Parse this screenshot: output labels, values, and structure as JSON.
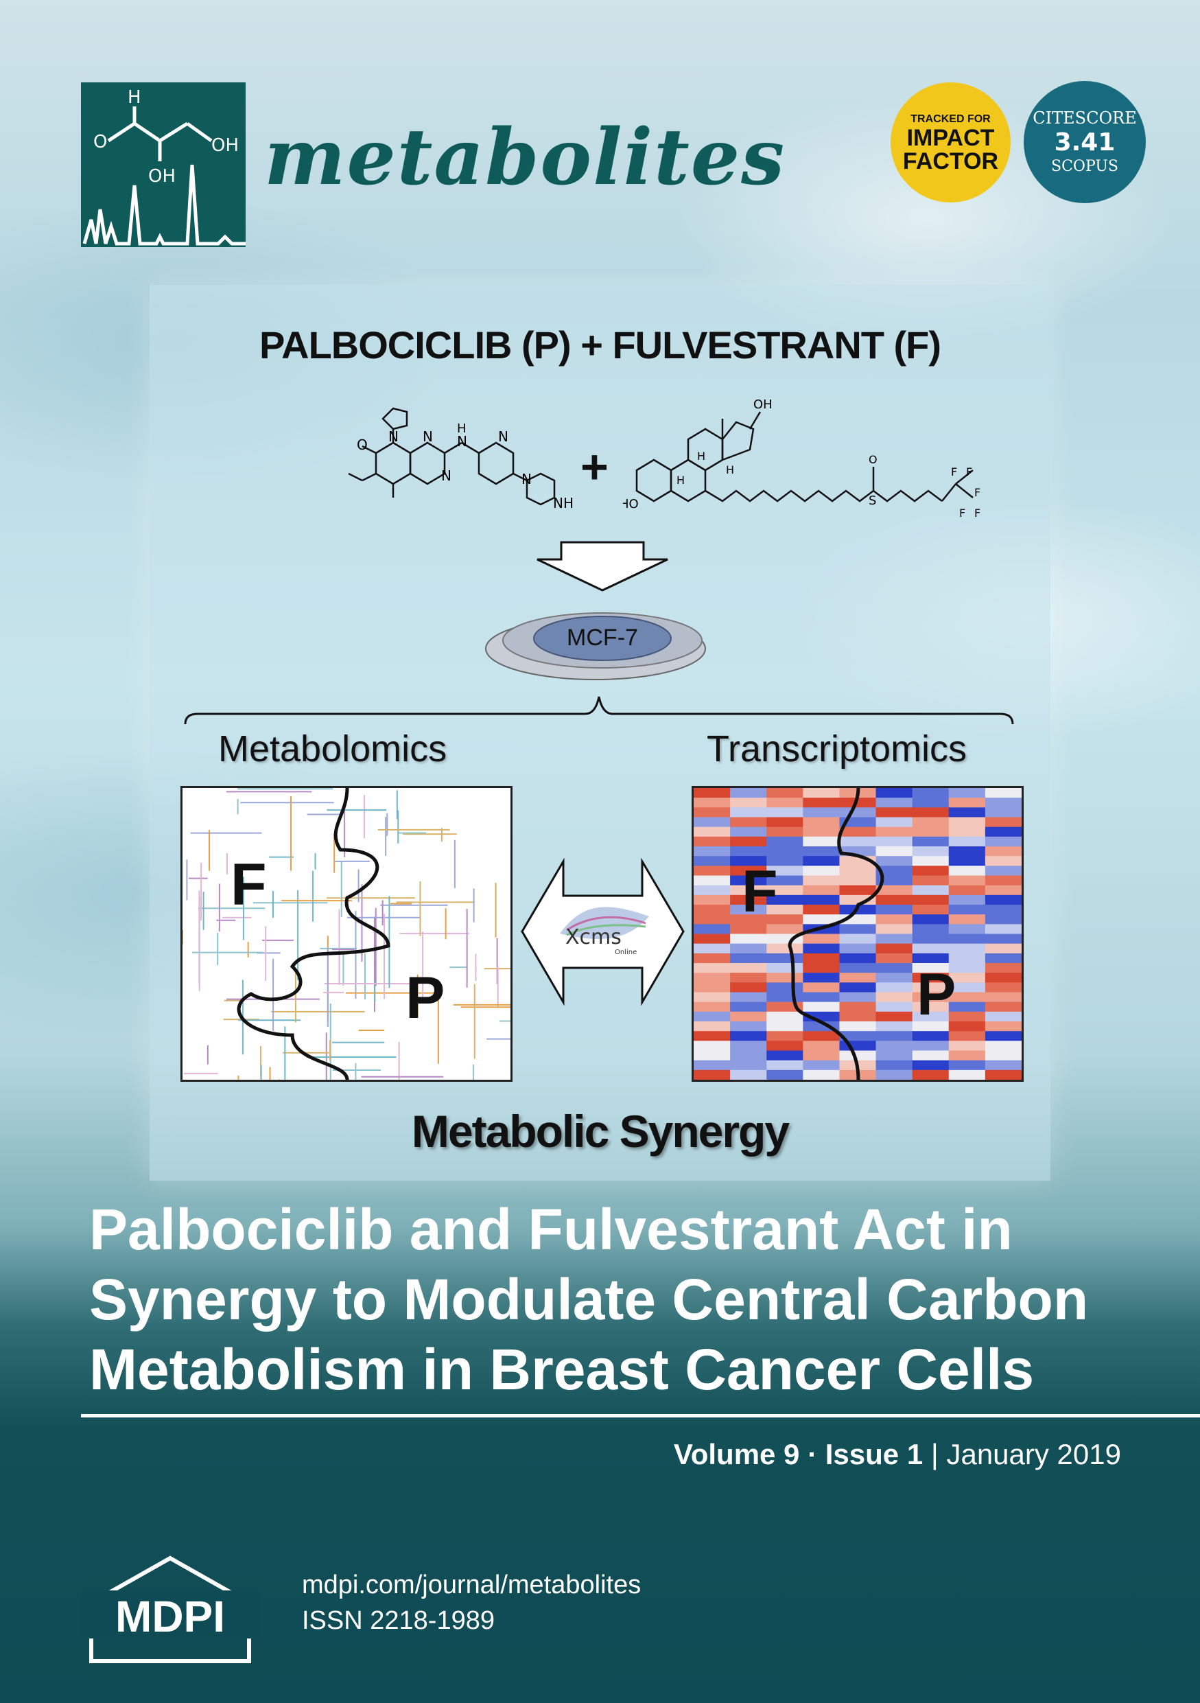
{
  "journal": {
    "name": "metabolites",
    "logo_icon": "molecule-spectrum-logo",
    "logo_atoms": [
      "H",
      "O",
      "OH",
      "OH"
    ]
  },
  "badges": {
    "impact": {
      "line1": "TRACKED FOR",
      "line2": "IMPACT",
      "line3": "FACTOR",
      "color": "#f2c71b"
    },
    "citescore": {
      "line1": "CITESCORE",
      "value": "3.41",
      "line3": "SCOPUS",
      "color": "#186a7f"
    }
  },
  "graphic": {
    "title": "PALBOCICLIB (P) + FULVESTRANT (F)",
    "plus": "+",
    "cell_line": "MCF-7",
    "left_label": "Metabolomics",
    "right_label": "Transcriptomics",
    "tool_name": "Xcms",
    "tool_sub": "Online",
    "piece_f": "F",
    "piece_p": "P",
    "synergy": "Metabolic Synergy",
    "chem_atoms": {
      "palbo": [
        "O",
        "N",
        "N",
        "N",
        "H",
        "N",
        "N",
        "N",
        "NH"
      ],
      "fulv": [
        "OH",
        "H",
        "H",
        "H",
        "HO",
        "O",
        "S",
        "F",
        "F",
        "F",
        "F",
        "F"
      ]
    }
  },
  "headline": {
    "line1": "Palbociclib and Fulvestrant Act in",
    "line2": "Synergy to Modulate Central Carbon",
    "line3": "Metabolism in Breast Cancer Cells"
  },
  "issue": {
    "volume": "Volume 9",
    "sep": "·",
    "issue": "Issue 1",
    "bar": "|",
    "date": "January  2019"
  },
  "footer": {
    "publisher": "MDPI",
    "url": "mdpi.com/journal/metabolites",
    "issn": "ISSN 2218-1989"
  },
  "colors": {
    "brand": "#0f5b5a",
    "footer_bg": "#0f4b54"
  }
}
